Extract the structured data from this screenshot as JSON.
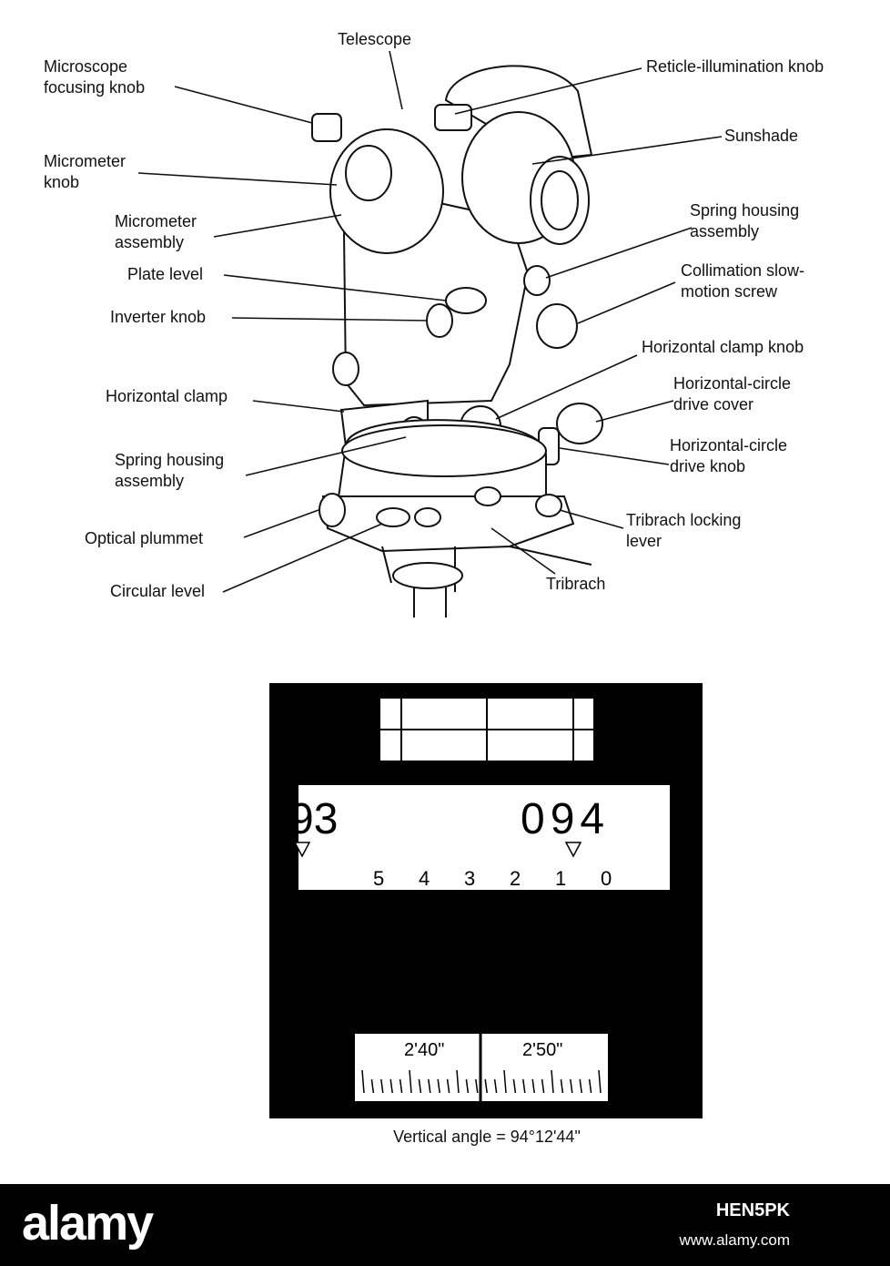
{
  "labels": {
    "telescope": "Telescope",
    "microscope_focusing_knob": "Microscope\nfocusing knob",
    "reticle_illumination_knob": "Reticle-illumination knob",
    "sunshade": "Sunshade",
    "micrometer_knob": "Micrometer\nknob",
    "micrometer_assembly": "Micrometer\nassembly",
    "spring_housing_assembly_right": "Spring housing\nassembly",
    "plate_level": "Plate level",
    "collimation_slow_motion_screw": "Collimation slow-\nmotion screw",
    "inverter_knob": "Inverter knob",
    "horizontal_clamp_knob": "Horizontal clamp knob",
    "horizontal_clamp": "Horizontal clamp",
    "horizontal_circle_drive_cover": "Horizontal-circle\ndrive cover",
    "spring_housing_assembly_left": "Spring housing\nassembly",
    "horizontal_circle_drive_knob": "Horizontal-circle\ndrive knob",
    "optical_plummet": "Optical plummet",
    "tribrach_locking_lever": "Tribrach locking\nlever",
    "tribrach": "Tribrach",
    "circular_level": "Circular level"
  },
  "reading": {
    "left_degree": "93",
    "right_degree": "094",
    "scale_numbers": [
      "5",
      "4",
      "3",
      "2",
      "1",
      "0"
    ],
    "micrometer_left": "2'40\"",
    "micrometer_right": "2'50\"",
    "caption": "Vertical angle = 94°12'44\""
  },
  "watermark": {
    "logo": "alamy",
    "code": "HEN5PK",
    "url": "www.alamy.com"
  },
  "colors": {
    "ink": "#111111",
    "panel": "#000000",
    "paper": "#ffffff"
  }
}
